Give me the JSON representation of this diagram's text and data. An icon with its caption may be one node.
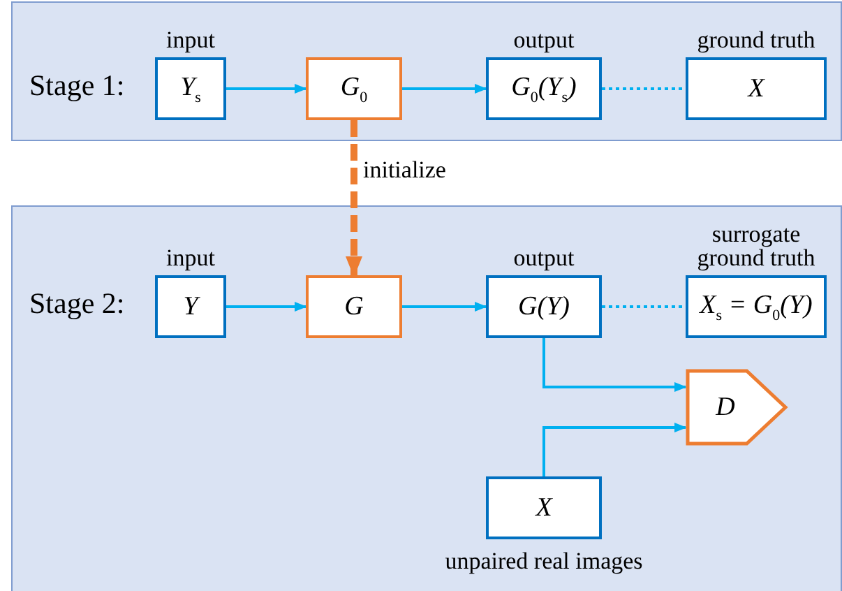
{
  "diagram": {
    "nodes": [
      {
        "text": [
          "Stage 1:"
        ]
      },
      {
        "text": [
          "Y$_{s}$"
        ],
        "in": 0,
        "beside": [
          "input"
        ]
      },
      {
        "text": [
          "G$_{0}$"
        ],
        "in": 0
      },
      {
        "text": [
          "G$_{0}$(Y$_{s}$)"
        ],
        "in": 0,
        "beside": [
          "output"
        ]
      },
      {
        "text": [
          "X"
        ],
        "in": 0,
        "beside": [
          "ground truth"
        ]
      },
      {
        "text": [
          "Stage 2:"
        ]
      },
      {
        "text": [
          "Y"
        ],
        "in": 5,
        "beside": [
          "input"
        ]
      },
      {
        "text": [
          "G"
        ],
        "in": 5
      },
      {
        "text": [
          "G(Y)"
        ],
        "in": 5,
        "beside": [
          "output"
        ]
      },
      {
        "text": [
          "X$_{s}$ = G$_{0}$(Y)"
        ],
        "in": 5,
        "beside": [
          "surrogate ground truth"
        ]
      },
      {
        "text": [
          "D"
        ],
        "in": 5
      },
      {
        "text": [
          "X"
        ],
        "in": 5,
        "beside": [
          "unpaired real images"
        ]
      }
    ],
    "edges": [
      {
        "from": 1,
        "to": 2,
        "arrow": "to"
      },
      {
        "from": 2,
        "to": 3,
        "arrow": "to"
      },
      {
        "from": 3,
        "to": 4,
        "arrow": "none",
        "style": "dashed"
      },
      {
        "from": 2,
        "to": 7,
        "arrow": "to",
        "label": "initialize",
        "style": "dashed",
        "color": "#ed7d31"
      },
      {
        "from": 6,
        "to": 7,
        "arrow": "to"
      },
      {
        "from": 7,
        "to": 8,
        "arrow": "to"
      },
      {
        "from": 8,
        "to": 9,
        "arrow": "none",
        "style": "dashed"
      },
      {
        "from": 8,
        "to": 10,
        "arrow": "to"
      },
      {
        "from": 11,
        "to": 10,
        "arrow": "to"
      }
    ]
  }
}
